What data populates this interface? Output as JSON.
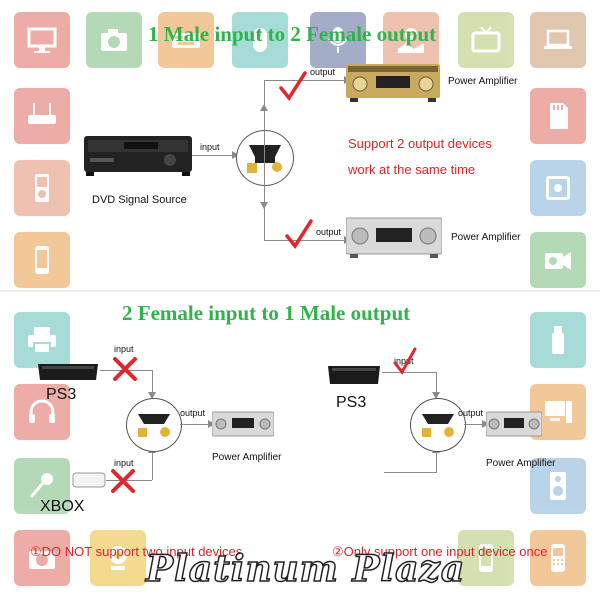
{
  "top": {
    "title": "1 Male input to 2 Female output",
    "input_label": "input",
    "output_label_1": "output",
    "output_label_2": "output",
    "source_label": "DVD Signal Source",
    "amp_label_1": "Power Amplifier",
    "amp_label_2": "Power Amplifier",
    "support_line_1": "Support 2 output devices",
    "support_line_2": "work at the same time"
  },
  "bottom": {
    "title": "2 Female input to 1 Male output",
    "left": {
      "input_label_1": "input",
      "input_label_2": "input",
      "output_label": "output",
      "device_1": "PS3",
      "device_2": "XBOX",
      "amp_label": "Power Amplifier",
      "note": "①DO NOT support two input devices"
    },
    "right": {
      "input_label": "input",
      "output_label": "output",
      "device": "PS3",
      "amp_label": "Power Amplifier",
      "note": "②Only support one input device once"
    }
  },
  "watermark": "Platinum Plaza",
  "colors": {
    "title_green": "#2fb34a",
    "support_red": "#d7252b",
    "cross_red": "#e3262d",
    "check_red": "#e3262d"
  },
  "icons": [
    "monitor-icon",
    "camera-icon",
    "keyboard-icon",
    "mouse-icon",
    "microphone-icon",
    "gps-map-icon",
    "tv-icon",
    "laptop-icon",
    "router-icon",
    "sd-card-icon",
    "mp3-player-icon",
    "gps-device-icon",
    "phone-icon",
    "camcorder-icon",
    "printer-icon",
    "usb-drive-icon",
    "headset-icon",
    "computer-icon",
    "microphone-stand-icon",
    "speaker-icon",
    "camera-bottom-icon",
    "webcam-icon",
    "mobile-phone-icon",
    "mobile-phone-icon"
  ]
}
